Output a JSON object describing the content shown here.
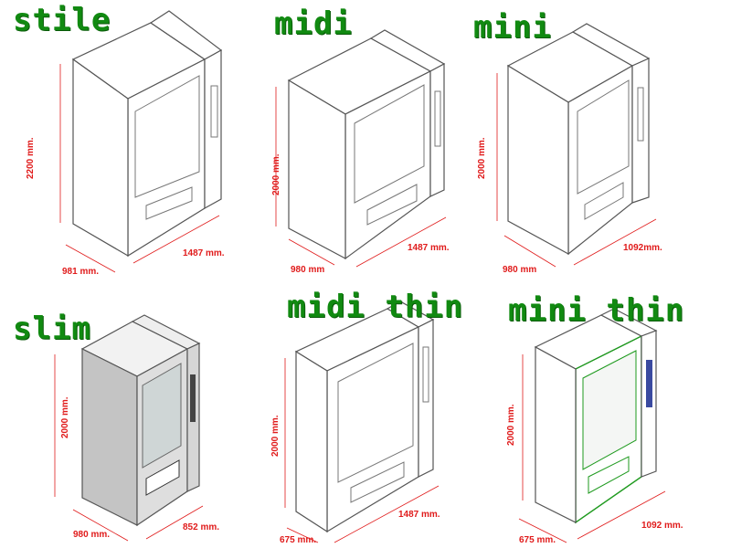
{
  "models": [
    {
      "title": "stile",
      "height": "2200 mm.",
      "depth": "981 mm.",
      "width": "1487 mm."
    },
    {
      "title": "midi",
      "height": "2000 mm.",
      "depth": "980 mm",
      "width": "1487 mm."
    },
    {
      "title": "mini",
      "height": "2000 mm.",
      "depth": "980 mm",
      "width": "1092mm."
    },
    {
      "title": "slim",
      "height": "2000 mm.",
      "depth": "980 mm.",
      "width": "852 mm."
    },
    {
      "title": "midi thin",
      "height": "2000 mm.",
      "depth": "675 mm.",
      "width": "1487 mm."
    },
    {
      "title": "mini thin",
      "height": "2000 mm.",
      "depth": "675 mm.",
      "width": "1092 mm."
    }
  ],
  "colors": {
    "title": "#118a11",
    "dimension": "#e01b1b",
    "outline": "#555555",
    "slim_body": "#c4c4c4",
    "thin_accent": "#1e9a1e"
  }
}
